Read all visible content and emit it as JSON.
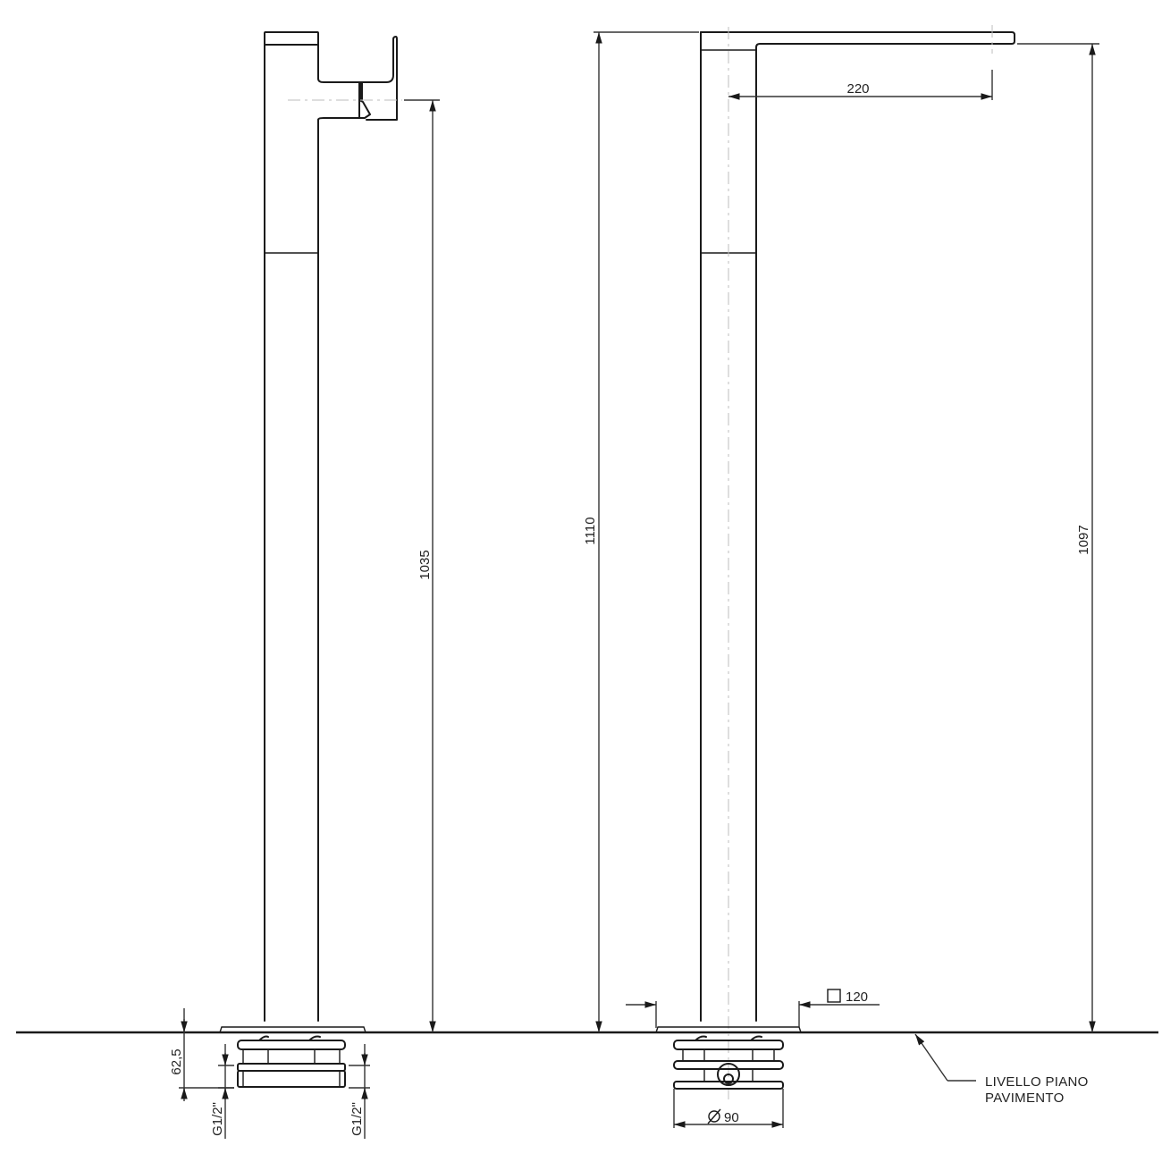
{
  "drawing": {
    "type": "technical-drawing",
    "subject": "floor-standing basin mixer",
    "views": [
      {
        "name": "side-view",
        "dimensions": {
          "outlet_height": "1035",
          "base_depth": "62,5",
          "thread_left": "G1/2\"",
          "thread_right": "G1/2\""
        }
      },
      {
        "name": "front-view",
        "dimensions": {
          "total_height": "1110",
          "spout_reach": "220",
          "spout_height": "1097",
          "cover_plate": "120",
          "base_diameter": "90"
        },
        "symbols": {
          "square": "□",
          "diameter": "Ø"
        }
      }
    ],
    "floor_label": {
      "line1": "LIVELLO PIANO",
      "line2": "PAVIMENTO"
    },
    "colors": {
      "line": "#1a1a1a",
      "centerline": "#bdbdbd",
      "text": "#222222",
      "background": "#ffffff"
    }
  }
}
